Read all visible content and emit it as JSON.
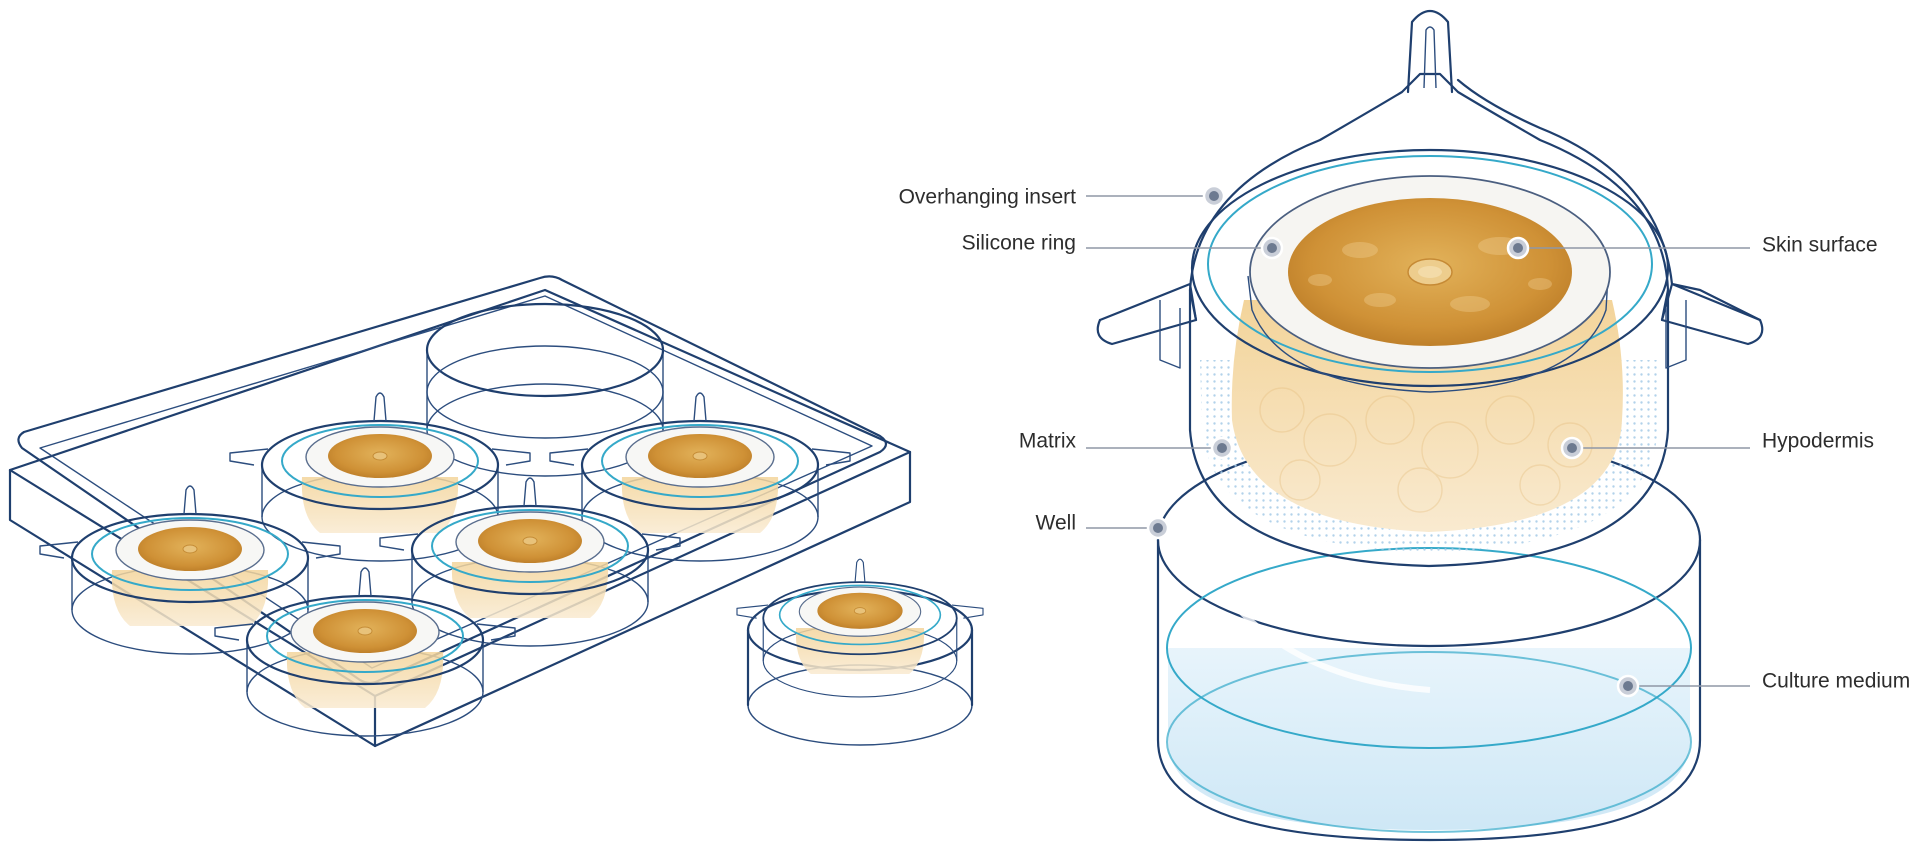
{
  "colors": {
    "outline": "#1f3f6e",
    "cyan": "#35a9c9",
    "skin": "#d49a3c",
    "hypodermis": "#f6dfb0",
    "leader": "#8f97a6"
  },
  "callouts": {
    "overhanging_insert": "Overhanging insert",
    "silicone_ring": "Silicone ring",
    "skin_surface": "Skin surface",
    "matrix": "Matrix",
    "hypodermis": "Hypodermis",
    "well": "Well",
    "culture_medium": "Culture medium"
  }
}
